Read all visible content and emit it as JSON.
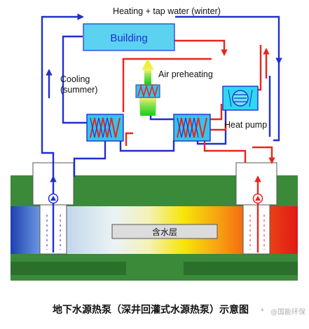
{
  "labels": {
    "top_label": "Heating + tap water (winter)",
    "building": "Building",
    "cooling_line1": "Cooling",
    "cooling_line2": "(summer)",
    "air_preheating": "Air preheating",
    "heat_pump": "Heat pump",
    "aquifer": "含水层",
    "caption": "地下水源热泵（深井回灌式水源热泵）示意图",
    "caption_mark": "⁴",
    "watermark": "@国能环保"
  },
  "colors": {
    "supply_red": "#e8251f",
    "return_blue": "#1f2fd0",
    "building_fill": "#5ad2f0",
    "exchanger_fill": "#35c4ea",
    "ground_green": "#3a8a3a",
    "grass_green": "#2f7d2f",
    "air_yellow": "#f2e400",
    "air_green": "#19d11c",
    "hp_cyan": "#2fd8f2"
  },
  "icons": {
    "heat_exchanger": "zigzag-coil-icon",
    "heat_pump": "compressor-icon",
    "air_arrow": "up-arrow-icon",
    "well_pump": "pump-triangle-icon"
  }
}
